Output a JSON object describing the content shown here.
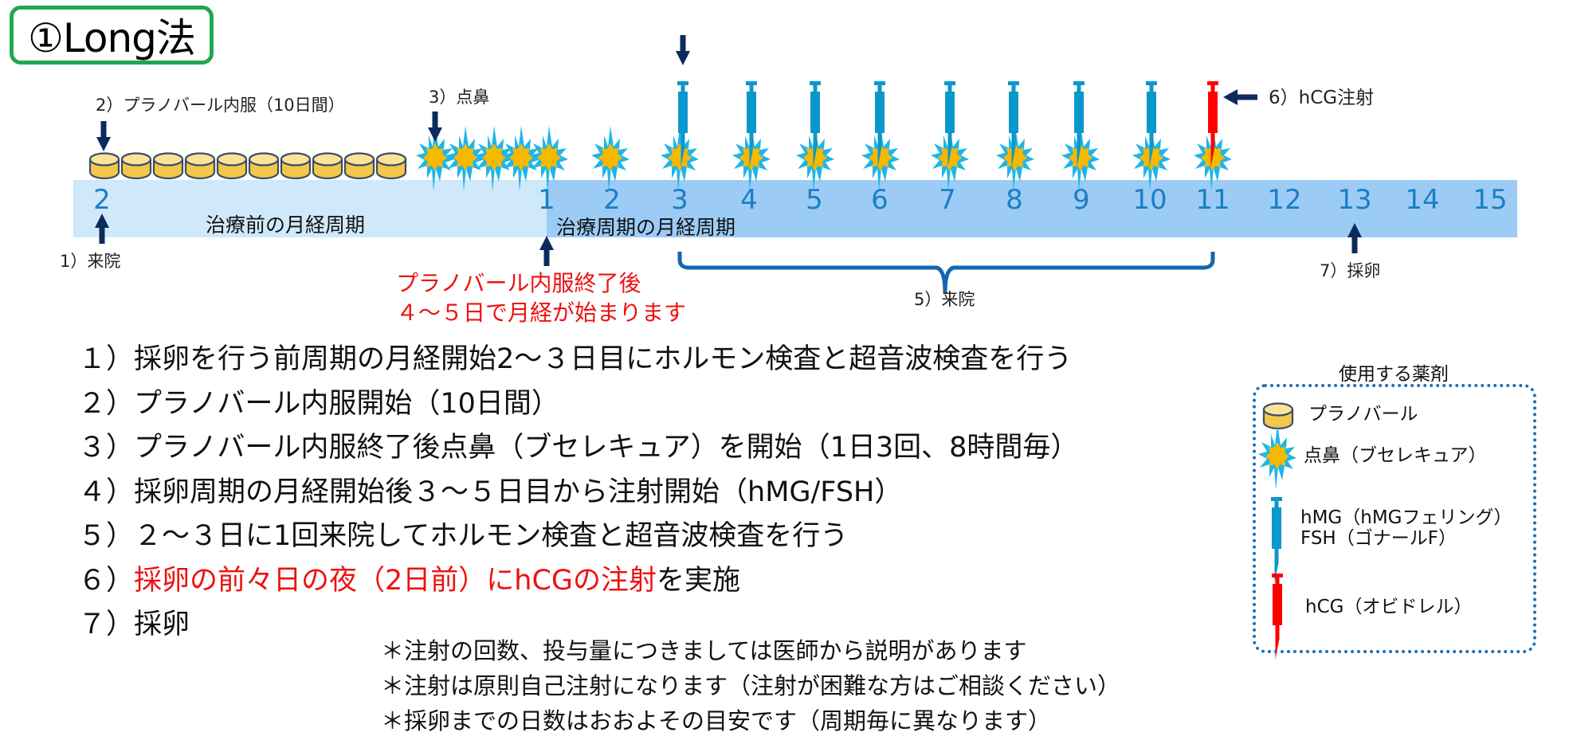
{
  "title": "①Long法",
  "timeline": {
    "pre_cycle_label": "治療前の月経周期",
    "treatment_cycle_label": "治療周期の月経周期",
    "pre_cycle_day": "2",
    "treatment_days": [
      "1",
      "2",
      "3",
      "4",
      "5",
      "6",
      "7",
      "8",
      "9",
      "10",
      "11",
      "12",
      "13",
      "14",
      "15"
    ],
    "annotations": {
      "visit1": "1）来院",
      "planovar": "2）プラノバール内服（10日間）",
      "nasal": "3）点鼻",
      "visits5": "5）来院",
      "hcg": "6）hCG注射",
      "retrieval": "7）採卵"
    },
    "red_note": [
      "プラノバール内服終了後",
      "４～５日で月経が始まります"
    ],
    "pill_count": 10,
    "colors": {
      "pre_cycle_bg": "#cfe9fb",
      "treatment_cycle_bg": "#9ccbf6",
      "day_number": "#1b7fc3",
      "arrow": "#0d2a5e",
      "syringe_hmg": "#0a98cc",
      "syringe_hcg": "#ff0000",
      "pill_fill": "#f9d66f",
      "star_fill": "#f7b800",
      "star_outline": "#1eb6ea",
      "bracket": "#1266b0",
      "accent_red": "#ee1111",
      "title_border": "#1fa84f"
    }
  },
  "steps": [
    {
      "num": "１）",
      "text": "採卵を行う前周期の月経開始2～３日目にホルモン検査と超音波検査を行う"
    },
    {
      "num": "２）",
      "text": "プラノバール内服開始（10日間）"
    },
    {
      "num": "３）",
      "text": "プラノバール内服終了後点鼻（ブセレキュア）を開始（1日3回、8時間毎）"
    },
    {
      "num": "４）",
      "text": "採卵周期の月経開始後３～５日目から注射開始（hMG/FSH）"
    },
    {
      "num": "５）",
      "text": "２～３日に1回来院してホルモン検査と超音波検査を行う"
    },
    {
      "num": "６）",
      "red_text": "採卵の前々日の夜（2日前）にhCGの注射",
      "text": "を実施"
    },
    {
      "num": "７）",
      "text": "採卵"
    }
  ],
  "notes": [
    "＊注射の回数、投与量につきましては医師から説明があります",
    "＊注射は原則自己注射になります（注射が困難な方はご相談ください）",
    "＊採卵までの日数はおおよその目安です（周期毎に異なります）"
  ],
  "legend": {
    "title": "使用する薬剤",
    "items": [
      {
        "icon": "pill-icon",
        "label": "プラノバール"
      },
      {
        "icon": "nasal-spray-star-icon",
        "label": "点鼻（ブセレキュア）"
      },
      {
        "icon": "syringe-blue-icon",
        "label": "hMG（hMGフェリング）",
        "label2": "FSH（ゴナールF）"
      },
      {
        "icon": "syringe-red-icon",
        "label": "hCG（オビドレル）"
      }
    ]
  }
}
